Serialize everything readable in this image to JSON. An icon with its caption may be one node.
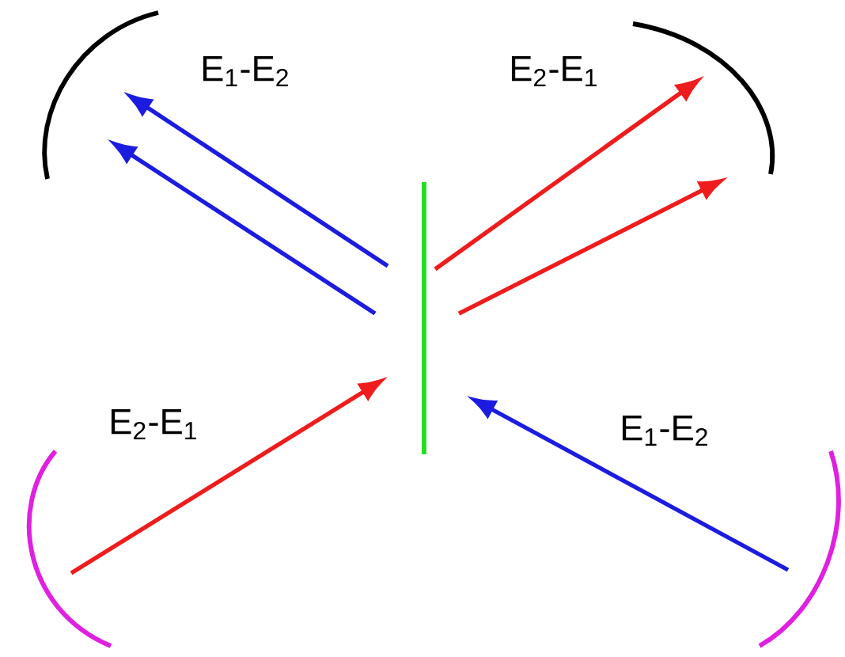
{
  "diagram": {
    "labels": [
      "E$_{1}$-E$_{2}$",
      "E$_{2}$-E$_{1}$",
      "E$_{2}$-E$_{1}$",
      "E$_{1}$-E$_{2}$"
    ]
  }
}
